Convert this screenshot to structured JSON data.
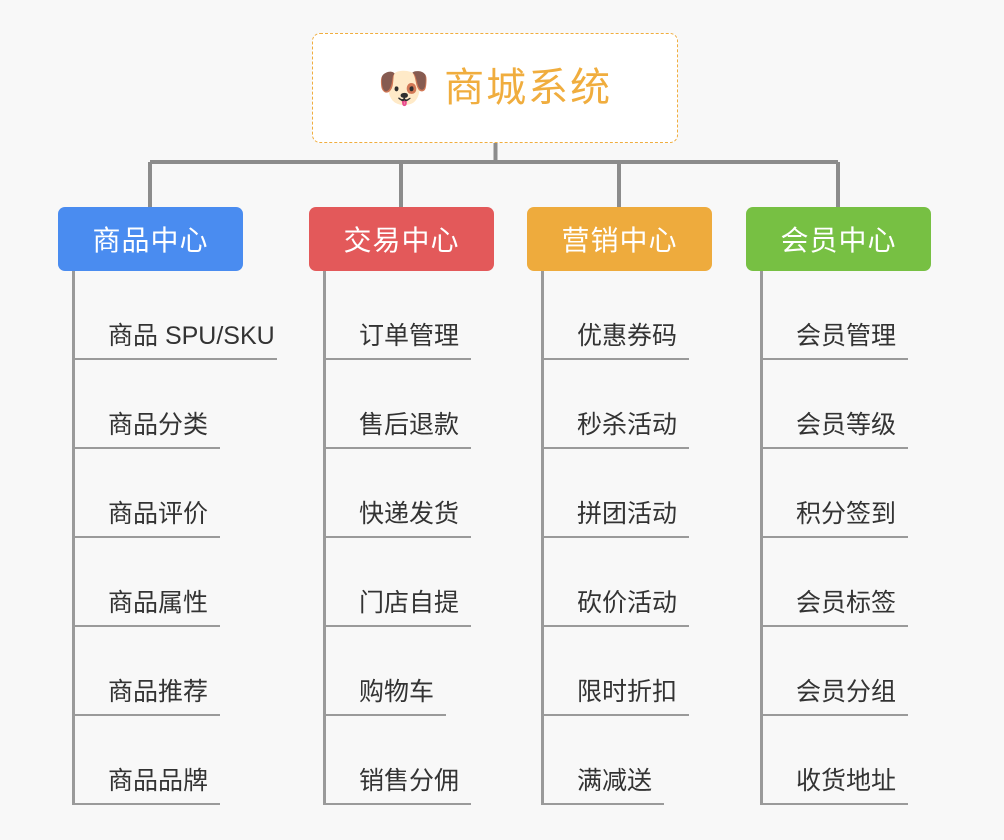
{
  "root": {
    "icon": "dog-face-icon",
    "icon_glyph": "🐶",
    "title": "商城系统",
    "accent_color": "#f0ad3e",
    "border_style": "dashed"
  },
  "canvas": {
    "background_color": "#f8f8f8",
    "connector_color": "#8c8c8c"
  },
  "branches": [
    {
      "id": "products",
      "label": "商品中心",
      "color": "#4a8cf0",
      "items": [
        {
          "label": "商品 SPU/SKU",
          "underline_width": 205
        },
        {
          "label": "商品分类",
          "underline_width": 148
        },
        {
          "label": "商品评价",
          "underline_width": 148
        },
        {
          "label": "商品属性",
          "underline_width": 148
        },
        {
          "label": "商品推荐",
          "underline_width": 148
        },
        {
          "label": "商品品牌",
          "underline_width": 148
        }
      ]
    },
    {
      "id": "trade",
      "label": "交易中心",
      "color": "#e3595a",
      "items": [
        {
          "label": "订单管理",
          "underline_width": 148
        },
        {
          "label": "售后退款",
          "underline_width": 148
        },
        {
          "label": "快递发货",
          "underline_width": 148
        },
        {
          "label": "门店自提",
          "underline_width": 148
        },
        {
          "label": "购物车",
          "underline_width": 123
        },
        {
          "label": "销售分佣",
          "underline_width": 148
        }
      ]
    },
    {
      "id": "marketing",
      "label": "营销中心",
      "color": "#eeab3d",
      "items": [
        {
          "label": "优惠券码",
          "underline_width": 148
        },
        {
          "label": "秒杀活动",
          "underline_width": 148
        },
        {
          "label": "拼团活动",
          "underline_width": 148
        },
        {
          "label": "砍价活动",
          "underline_width": 148
        },
        {
          "label": "限时折扣",
          "underline_width": 148
        },
        {
          "label": "满减送",
          "underline_width": 123
        }
      ]
    },
    {
      "id": "member",
      "label": "会员中心",
      "color": "#77c043",
      "items": [
        {
          "label": "会员管理",
          "underline_width": 148
        },
        {
          "label": "会员等级",
          "underline_width": 148
        },
        {
          "label": "积分签到",
          "underline_width": 148
        },
        {
          "label": "会员标签",
          "underline_width": 148
        },
        {
          "label": "会员分组",
          "underline_width": 148
        },
        {
          "label": "收货地址",
          "underline_width": 148
        }
      ]
    }
  ]
}
